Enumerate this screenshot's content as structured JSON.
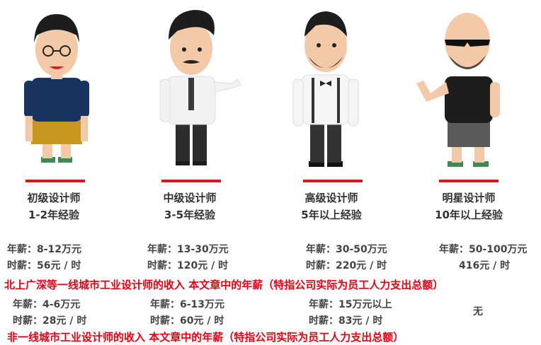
{
  "levels": [
    {
      "title": "初级设计师",
      "years": "1-2年经验",
      "tier1_salary": "年薪：8-12万元",
      "tier1_hourly": "时薪：56元 / 时",
      "tier2_salary": "年薪：4-6万元",
      "tier2_hourly": "时薪：28元 / 时"
    },
    {
      "title": "中级设计师",
      "years": "3-5年经验",
      "tier1_salary": "年薪：13-30万元",
      "tier1_hourly": "时薪：120元 / 时",
      "tier2_salary": "年薪：6-13万元",
      "tier2_hourly": "时薪：60元 / 时"
    },
    {
      "title": "高级设计师",
      "years": "5年以上经验",
      "tier1_salary": "年薪：30-50万元",
      "tier1_hourly": "时薪：220元 / 时",
      "tier2_salary": "年薪：15万元以上",
      "tier2_hourly": "时薪：83元 / 时"
    },
    {
      "title": "明星设计师",
      "years": "10年以上经验",
      "tier1_salary": "年薪：50-100万元",
      "tier1_hourly": "416元 / 时",
      "tier2_none": "无"
    }
  ],
  "note_tier1": "北上广深等一线城市工业设计师的收入  本文章中的年薪（特指公司实际为员工人力支出总额）",
  "note_tier2": "非一线城市工业设计师的收入  本文章中的年薪（特指公司实际为员工人力支出总额）",
  "colors": {
    "accent": "#d71920",
    "note": "#e60012"
  }
}
